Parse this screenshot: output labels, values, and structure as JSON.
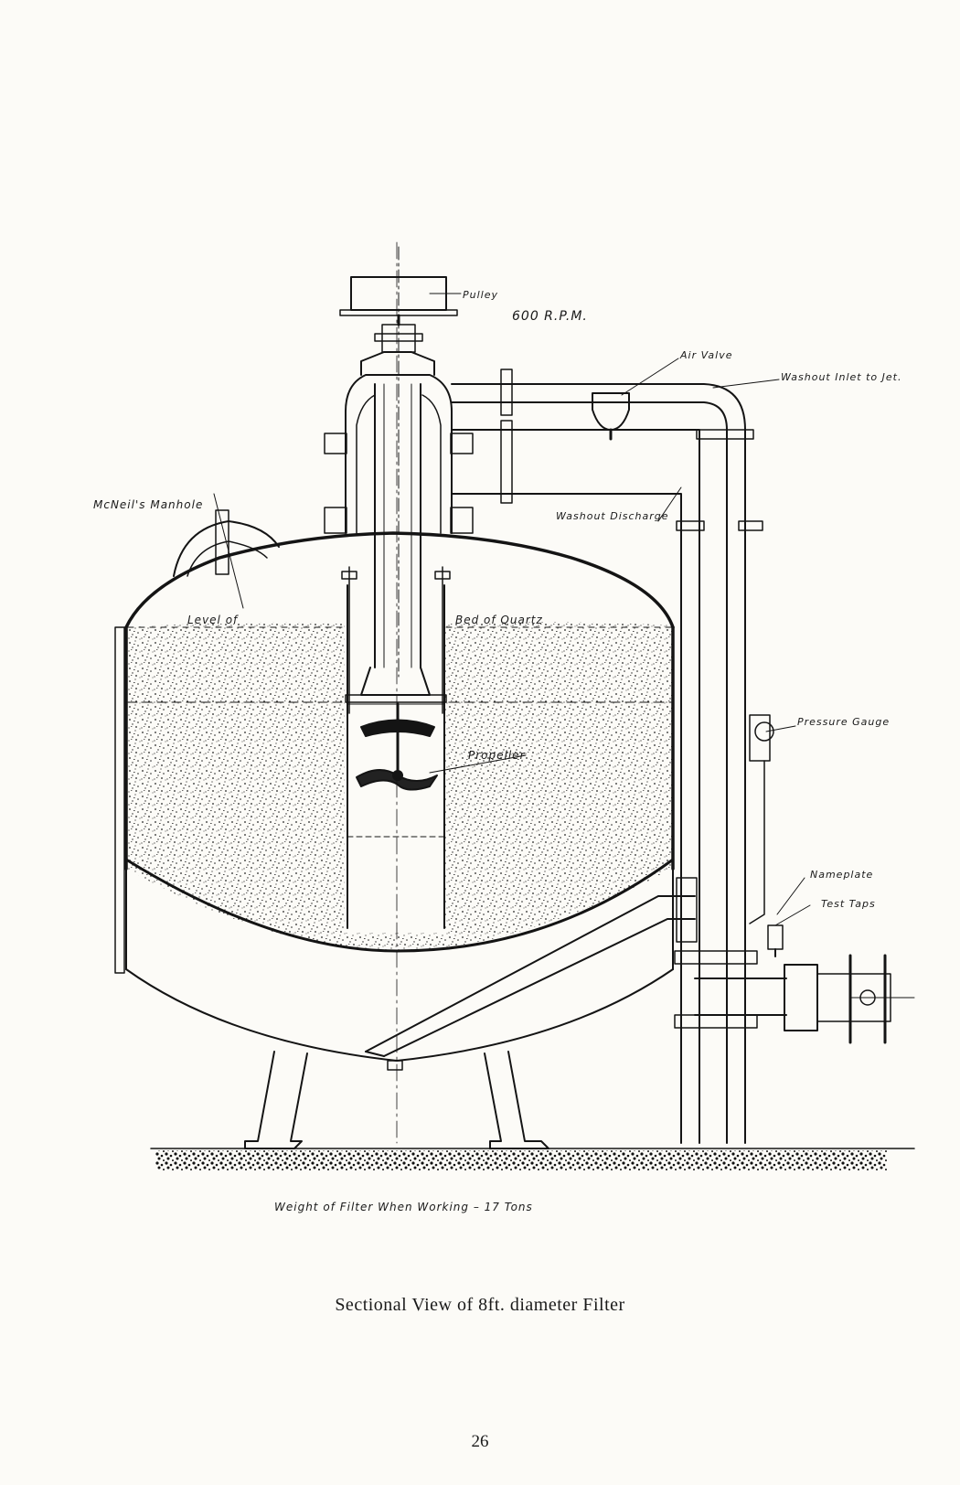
{
  "caption": "Sectional View of 8ft. diameter Filter",
  "page_number": "26",
  "labels": {
    "pulley": "Pulley",
    "rpm": "600 R.P.M.",
    "air_valve": "Air Valve",
    "washout_inlet": "Washout Inlet to Jet.",
    "manhole": "McNeil's Manhole",
    "washout_discharge": "Washout Discharge",
    "level_of": "Level of",
    "bed_of_quartz": "Bed of Quartz",
    "propeller": "Propeller",
    "pressure_gauge": "Pressure Gauge",
    "nameplate": "Nameplate",
    "test_taps": "Test Taps",
    "weight": "Weight of Filter When Working – 17 Tons"
  }
}
